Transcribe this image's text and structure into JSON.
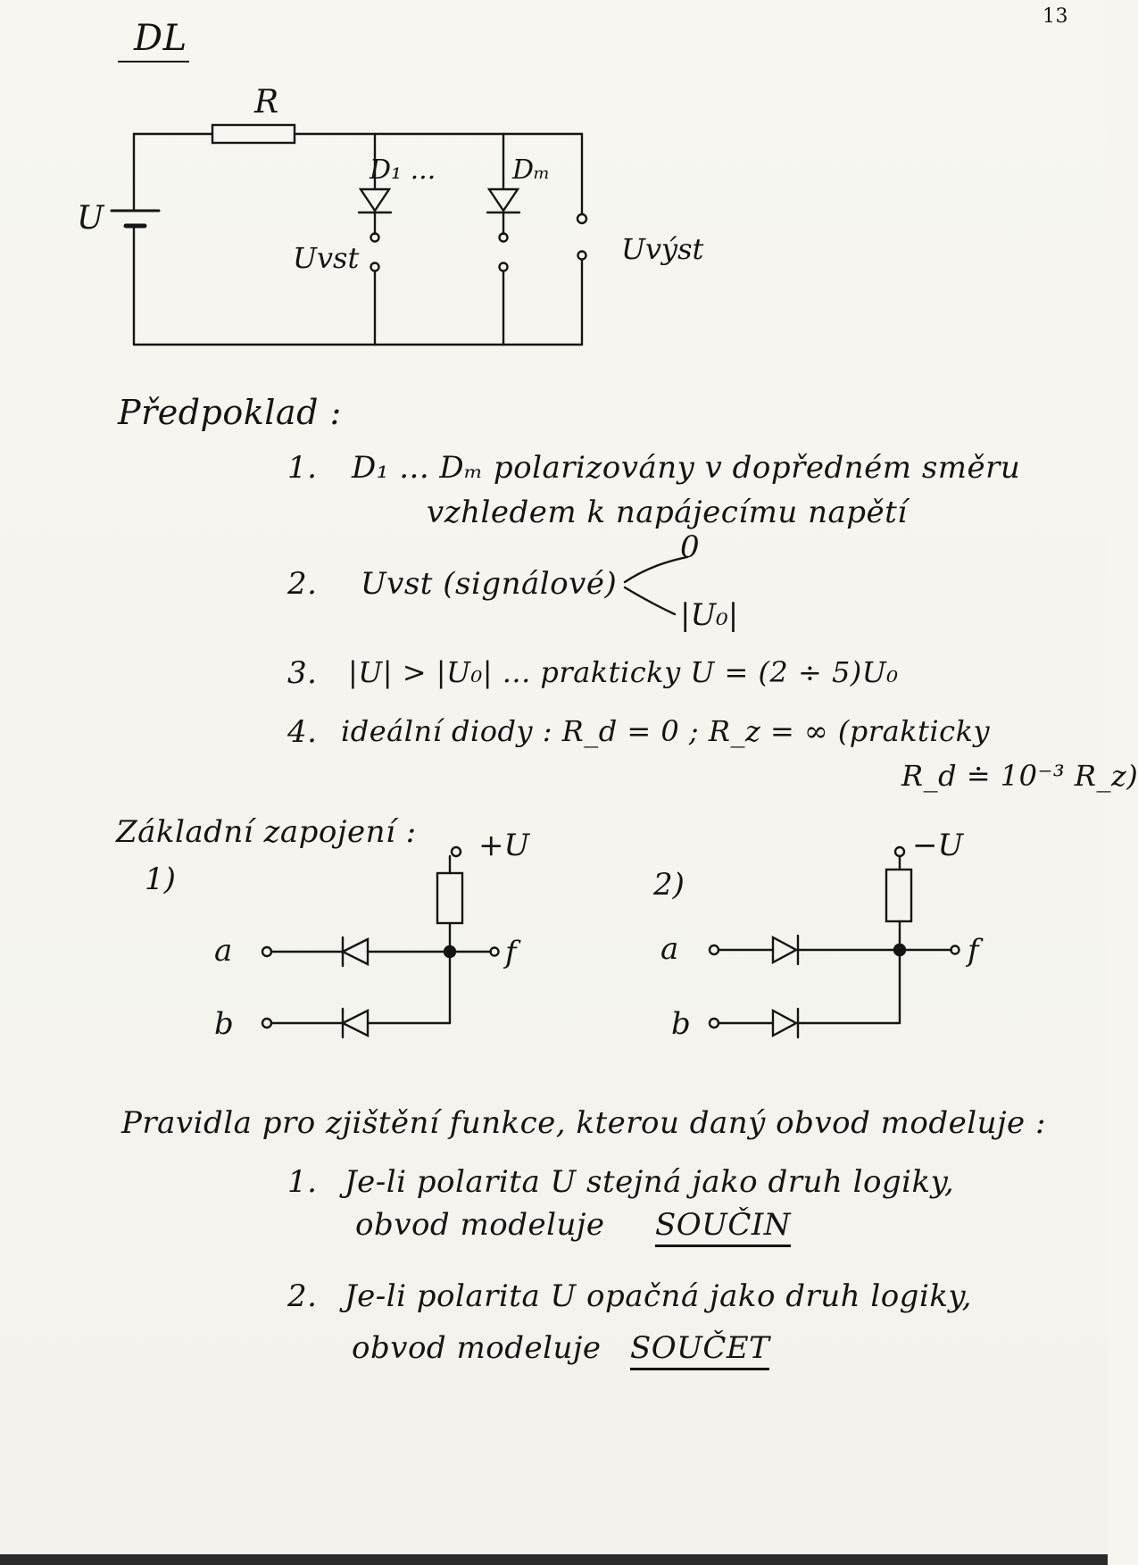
{
  "page_number": "13",
  "title": "DL",
  "circuit_labels": {
    "resistor": "R",
    "source": "U",
    "diode_first": "D₁ ...",
    "diode_last": "Dₘ",
    "input": "Uvst",
    "output": "Uvýst"
  },
  "assumptions": {
    "heading": "Předpoklad :",
    "items": [
      {
        "num": "1.",
        "lines": [
          "D₁ ... Dₘ polarizovány v dopředném směru",
          "vzhledem k napájecímu napětí"
        ]
      },
      {
        "num": "2.",
        "lines": [
          "Uvst (signálové)"
        ],
        "branches": [
          "0",
          "|U₀|"
        ]
      },
      {
        "num": "3.",
        "lines": [
          "|U| > |U₀|   ...   prakticky  U = (2 ÷ 5)U₀"
        ]
      },
      {
        "num": "4.",
        "lines": [
          "ideální diody :  R_d = 0 ;  R_z = ∞ (prakticky",
          "R_d ≐ 10⁻³ R_z)"
        ]
      }
    ]
  },
  "basic_connection": {
    "heading": "Základní zapojení :",
    "circuit1": {
      "label": "1)",
      "supply": "+U",
      "inputs": [
        "a",
        "b"
      ],
      "output": "f"
    },
    "circuit2": {
      "label": "2)",
      "supply": "−U",
      "inputs": [
        "a",
        "b"
      ],
      "output": "f"
    }
  },
  "rules": {
    "heading": "Pravidla pro zjištění funkce, kterou daný obvod modeluje :",
    "items": [
      {
        "num": "1.",
        "line1": "Je-li polarita U stejná jako druh logiky,",
        "line2": "obvod modeluje",
        "result": "SOUČIN"
      },
      {
        "num": "2.",
        "line1": "Je-li polarita U opačná jako druh logiky,",
        "line2": "obvod modeluje",
        "result": "SOUČET"
      }
    ]
  }
}
